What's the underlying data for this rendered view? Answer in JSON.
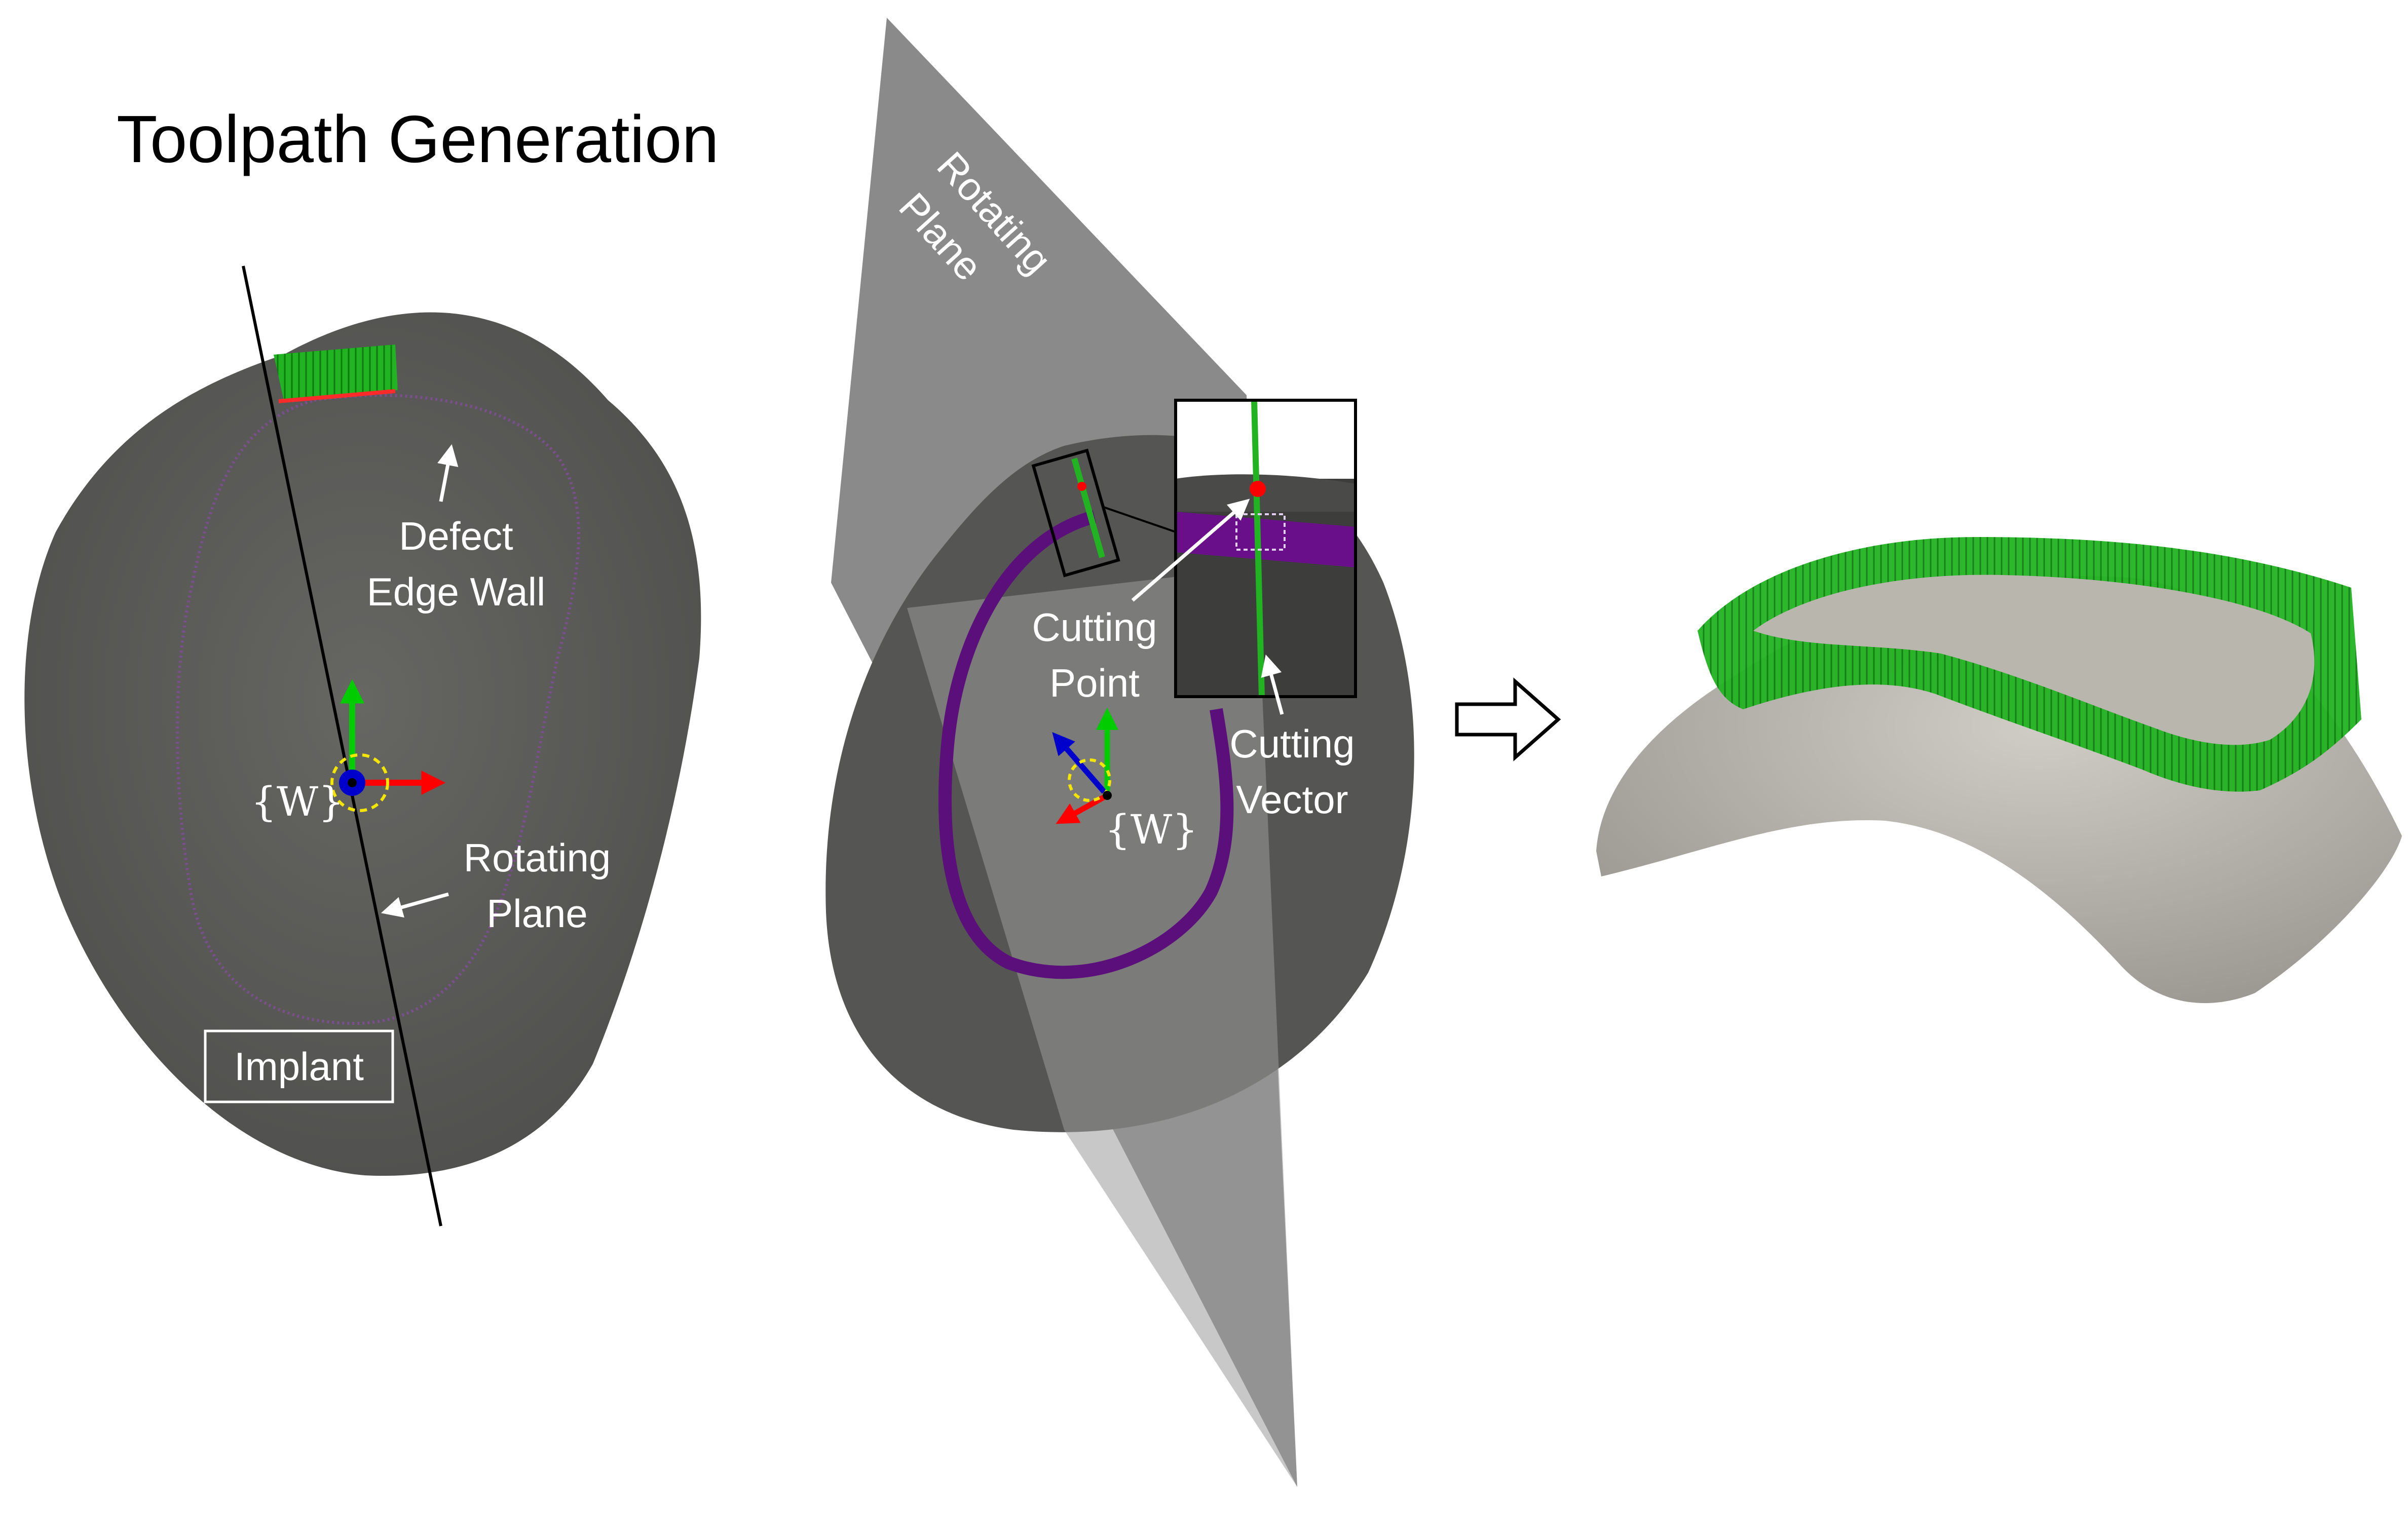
{
  "title": "Toolpath Generation",
  "labels": {
    "defect_edge_wall_1": "Defect",
    "defect_edge_wall_2": "Edge Wall",
    "rotating_plane_left_1": "Rotating",
    "rotating_plane_left_2": "Plane",
    "implant": "Implant",
    "world_frame": "{W}",
    "plane_text_1": "Rotating",
    "plane_text_2": "Plane",
    "cutting_point_1": "Cutting",
    "cutting_point_2": "Point",
    "cutting_vector_1": "Cutting",
    "cutting_vector_2": "Vector",
    "world_frame_mid": "{W}"
  },
  "colors": {
    "implant_surface": "#5d5d5b",
    "plane": "#8a8a8a",
    "toolpath_green": "#22b322",
    "edge_wall_purple": "#5a0f7a",
    "cutting_point_red": "#ff0000",
    "axis_red": "#ff0000",
    "axis_green": "#00cc00",
    "axis_blue": "#0000cc",
    "result_surface": "#b8b6ad"
  },
  "icons": {
    "arrow_right": "hollow-right-arrow-icon"
  }
}
